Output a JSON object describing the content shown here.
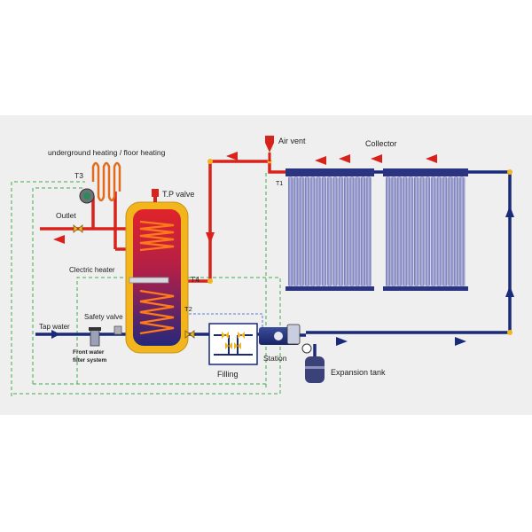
{
  "colors": {
    "background": "#efefef",
    "hot_pipe": "#d9221c",
    "cold_pipe": "#1a2a7a",
    "tank_shell": "#f2b51c",
    "tank_inner_top": "#d8262a",
    "tank_inner_bottom": "#2a2a7a",
    "coil": "#ff7a1a",
    "collector_tube": "#8f93c8",
    "control_line": "#3fae49",
    "sensor_line": "#5a7bd1",
    "joint": "#f2b51c"
  },
  "labels": {
    "floor_heating": "underground heating / floor heating",
    "t3": "T3",
    "tp_valve": "T.P valve",
    "outlet": "Outlet",
    "air_vent": "Air vent",
    "collector": "Collector",
    "t1": "T1",
    "electric_heater": "Clectric heater",
    "t4": "T4",
    "t2": "T2",
    "safety_valve": "Safety  valve",
    "tap_water": "Tap water",
    "front_filter_line1": "Front water",
    "front_filter_line2": "filter system",
    "filling": "Filling",
    "station": "Station",
    "expansion_tank": "Expansion tank"
  },
  "icons": {
    "air_vent": "air-vent-icon",
    "tp_valve": "tp-valve-icon",
    "pump": "pump-icon",
    "valve": "valve-icon",
    "gauge": "gauge-icon"
  }
}
